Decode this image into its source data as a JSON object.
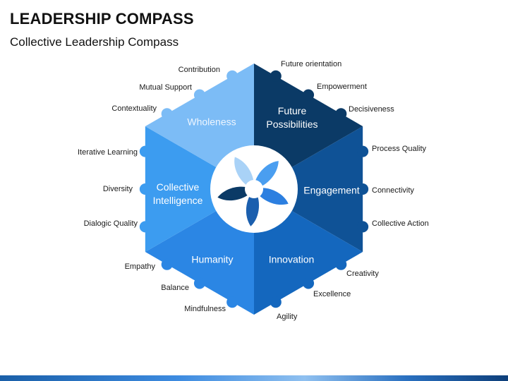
{
  "header": {
    "title": "LEADERSHIP COMPASS",
    "subtitle": "Collective Leadership Compass"
  },
  "segments": [
    {
      "name": "Wholeness",
      "color": "#7cbcf6",
      "labels": [
        "Contribution",
        "Mutual Support",
        "Contextuality"
      ]
    },
    {
      "name": "Future Possibilities",
      "color": "#0b3a66",
      "labels": [
        "Future orientation",
        "Empowerment",
        "Decisiveness"
      ]
    },
    {
      "name": "Engagement",
      "color": "#0f5296",
      "labels": [
        "Process Quality",
        "Connectivity",
        "Collective Action"
      ]
    },
    {
      "name": "Innovation",
      "color": "#1467be",
      "labels": [
        "Creativity",
        "Excellence",
        "Agility"
      ]
    },
    {
      "name": "Humanity",
      "color": "#2b86e4",
      "labels": [
        "Empathy",
        "Balance",
        "Mindfulness"
      ]
    },
    {
      "name": "Collective Intelligence",
      "color": "#3c9cf0",
      "labels": [
        "Iterative Learning",
        "Diversity",
        "Dialogic Quality"
      ]
    }
  ],
  "center": {
    "icon": "pinwheel-flower-icon",
    "petal_colors": [
      "#a9d2f7",
      "#4a9ef0",
      "#2c7fe0",
      "#1b5fae",
      "#0b3a66"
    ]
  }
}
